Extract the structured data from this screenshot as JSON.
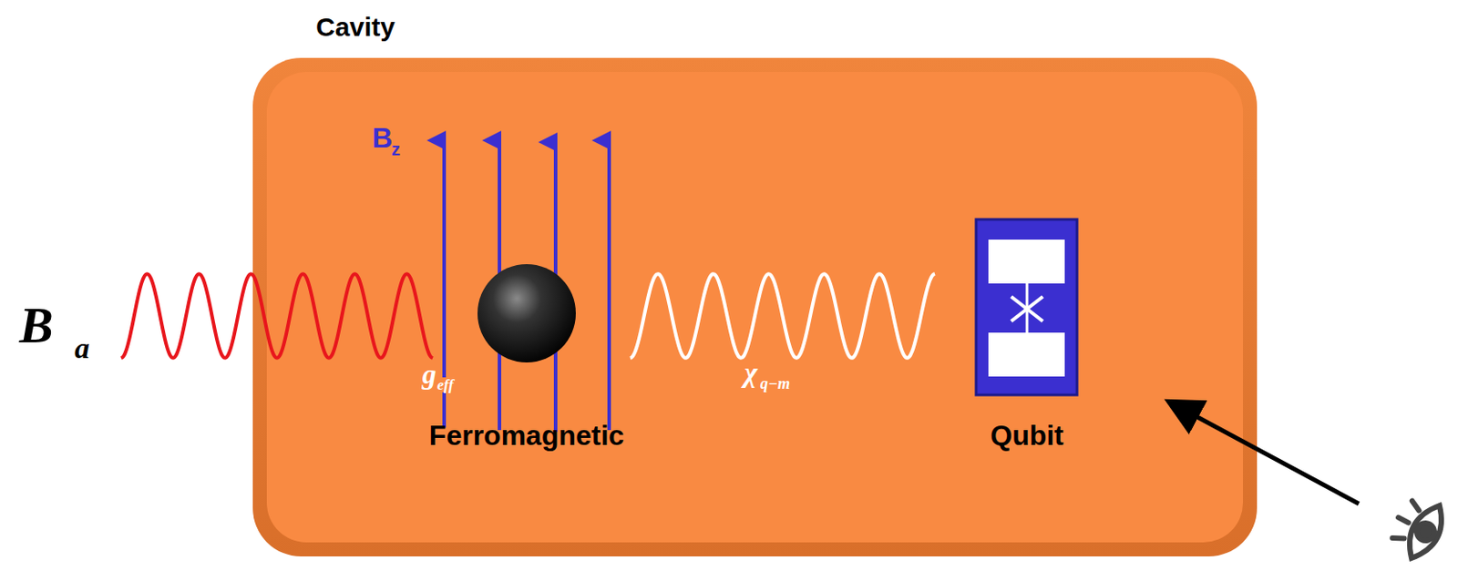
{
  "diagram": {
    "nodes": [
      {
        "text": [
          "Cavity"
        ]
      },
      {
        "text": [
          "Ferromagnetic"
        ],
        "in": 0
      },
      {
        "text": [
          "Qubit"
        ],
        "in": 0
      }
    ],
    "labels": [
      "B",
      "a",
      "B",
      "z",
      "g",
      "eff",
      "χ",
      "q−m"
    ]
  }
}
